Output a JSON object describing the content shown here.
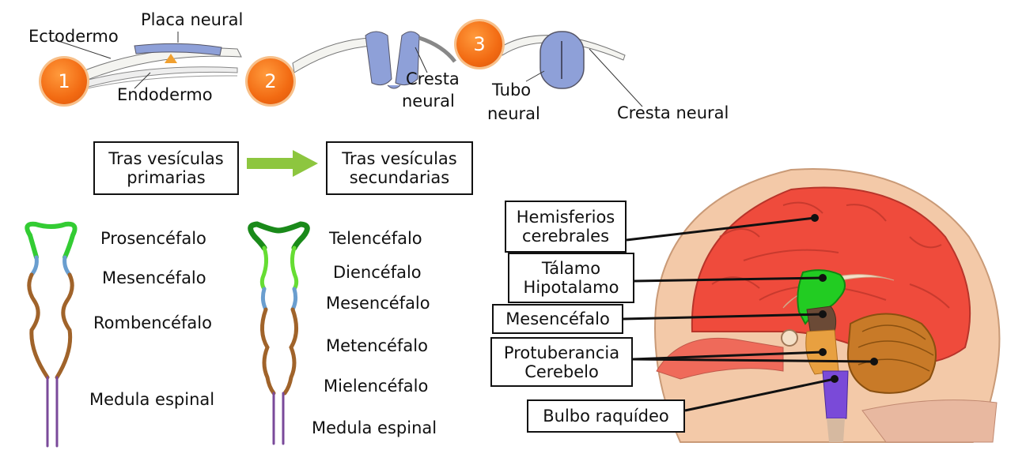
{
  "stages": [
    {
      "number": "1",
      "labels": {
        "ectoderm": "Ectodermo",
        "plate": "Placa neural",
        "endoderm": "Endodermo"
      }
    },
    {
      "number": "2",
      "labels": {
        "crest_line1": "Cresta",
        "crest_line2": "neural"
      }
    },
    {
      "number": "3",
      "labels": {
        "tube_line1": "Tubo",
        "tube_line2": "neural",
        "crest": "Cresta neural"
      }
    }
  ],
  "vesicles": {
    "primary_box": {
      "line1": "Tras vesículas",
      "line2": "primarias"
    },
    "secondary_box": {
      "line1": "Tras vesículas",
      "line2": "secundarias"
    },
    "primary_labels": [
      "Prosencéfalo",
      "Mesencéfalo",
      "Rombencéfalo",
      "Medula espinal"
    ],
    "secondary_labels": [
      "Telencéfalo",
      "Diencéfalo",
      "Mesencéfalo",
      "Metencéfalo",
      "Mielencéfalo",
      "Medula espinal"
    ]
  },
  "brain_labels": {
    "hemispheres": {
      "line1": "Hemisferios",
      "line2": "cerebrales"
    },
    "thalamus": {
      "line1": "Tálamo",
      "line2": "Hipotalamo"
    },
    "midbrain": "Mesencéfalo",
    "pons": {
      "line1": "Protuberancia",
      "line2": "Cerebelo"
    },
    "medulla": "Bulbo raquídeo"
  },
  "colors": {
    "badge": "#f26a12",
    "plate": "#8ea0d8",
    "notochord": "#f0a030",
    "arrow": "#8dc63f",
    "prosencephalon": "#33cc33",
    "telencephalon": "#1a8a1a",
    "diencephalon": "#66dd33",
    "mesencephalon": "#6a9ecf",
    "rhombencephalon": "#a0632a",
    "spinal_cord": "#7a4a9a",
    "cerebrum": "#ef4b3c",
    "thalamus": "#22cc22",
    "cerebellum": "#c87a28",
    "medulla": "#7a4ad8"
  }
}
